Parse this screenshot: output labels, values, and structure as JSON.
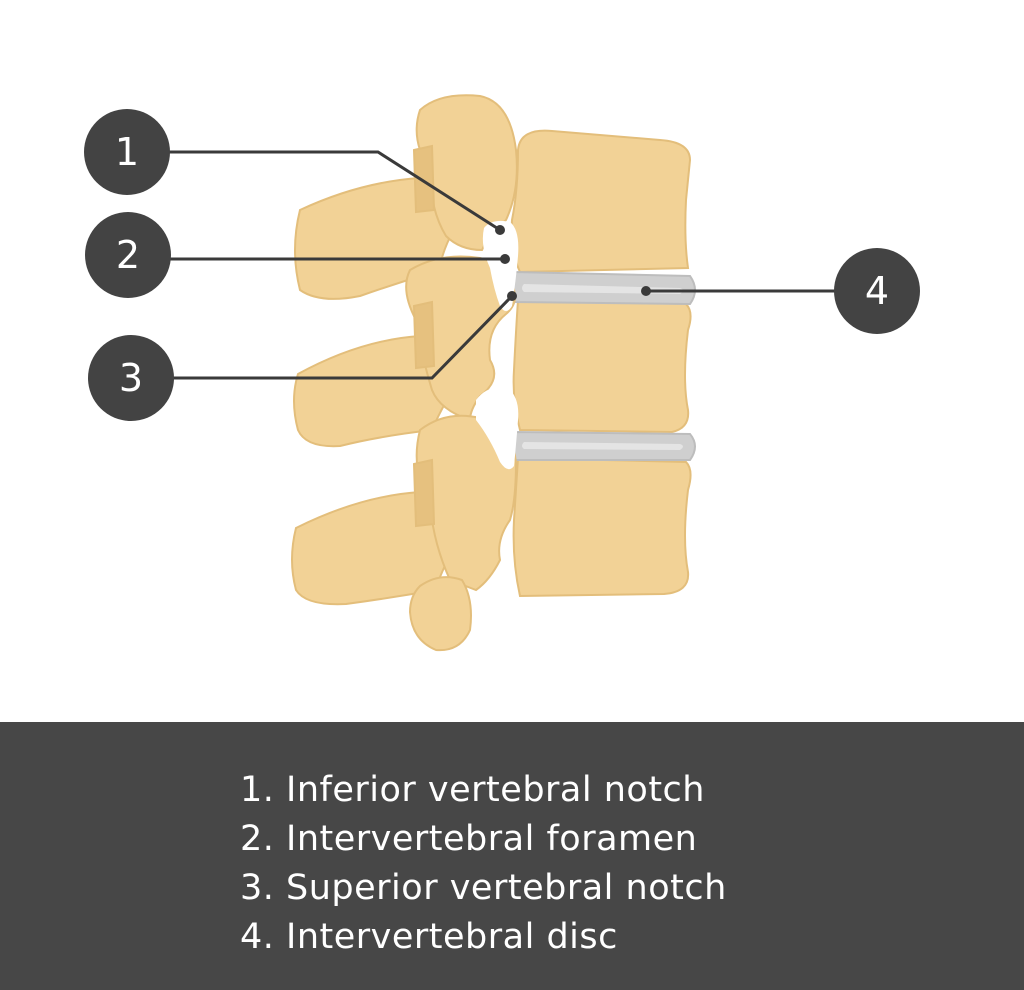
{
  "colors": {
    "background": "#ffffff",
    "bone": "#f2d296",
    "bone_shadow": "#e6c17f",
    "bone_outline": "#e3be7b",
    "disc": "#cfcfcf",
    "disc_inner": "#e4e4e4",
    "badge": "#434343",
    "badge_text": "#ffffff",
    "leader_line": "#3a3a3a",
    "legend_panel": "#474747",
    "legend_text": "#ffffff"
  },
  "icons": [
    "number-badge",
    "leader-line-dot"
  ],
  "badges": [
    {
      "number": "1"
    },
    {
      "number": "2"
    },
    {
      "number": "3"
    },
    {
      "number": "4"
    }
  ],
  "legend": [
    "1. Inferior vertebral notch",
    "2. Intervertebral foramen",
    "3. Superior vertebral notch",
    "4. Intervertebral disc"
  ]
}
